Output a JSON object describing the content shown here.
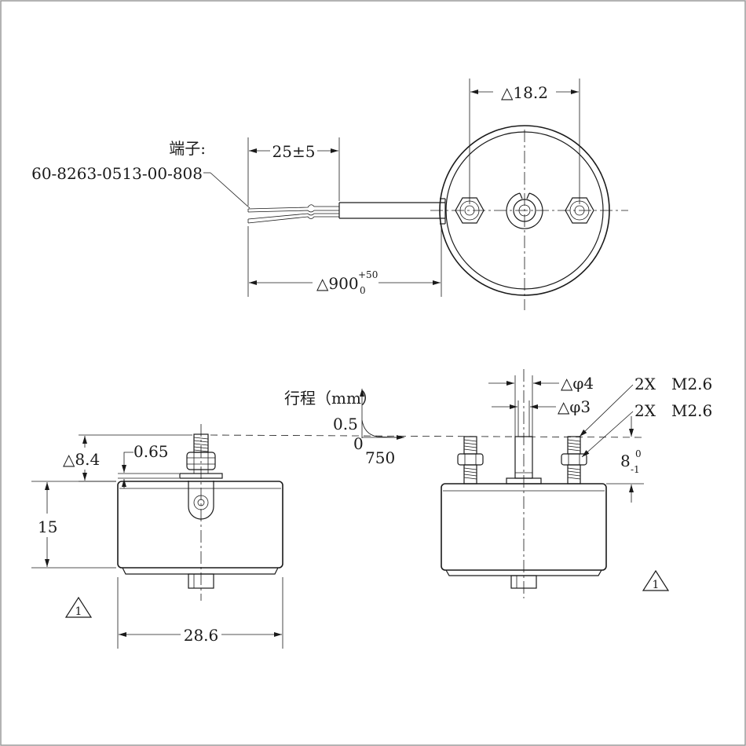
{
  "terminal": {
    "label": "端子:",
    "part_number": "60-8263-0513-00-808"
  },
  "dims": {
    "strip_length": "25±5",
    "bolt_spacing": "△18.2",
    "cable_length": "△900",
    "cable_tol_upper": "+50",
    "cable_tol_lower": "0",
    "stud_height": "△8.4",
    "washer_thickness": "0.65",
    "body_height": "15",
    "body_diameter": "28.6",
    "shaft_outer_dia": "△φ4",
    "shaft_inner_dia": "△φ3",
    "thread_spec_1": "2X　M2.6",
    "thread_spec_2": "2X　M2.6",
    "thread_length": "8",
    "thread_tol_upper": "0",
    "thread_tol_lower": "-1"
  },
  "stroke_curve": {
    "title": "行程（mm）",
    "y_value": "0.5",
    "origin": "0",
    "x_value": "750"
  },
  "notes": {
    "note_left": "1",
    "note_right": "1"
  }
}
